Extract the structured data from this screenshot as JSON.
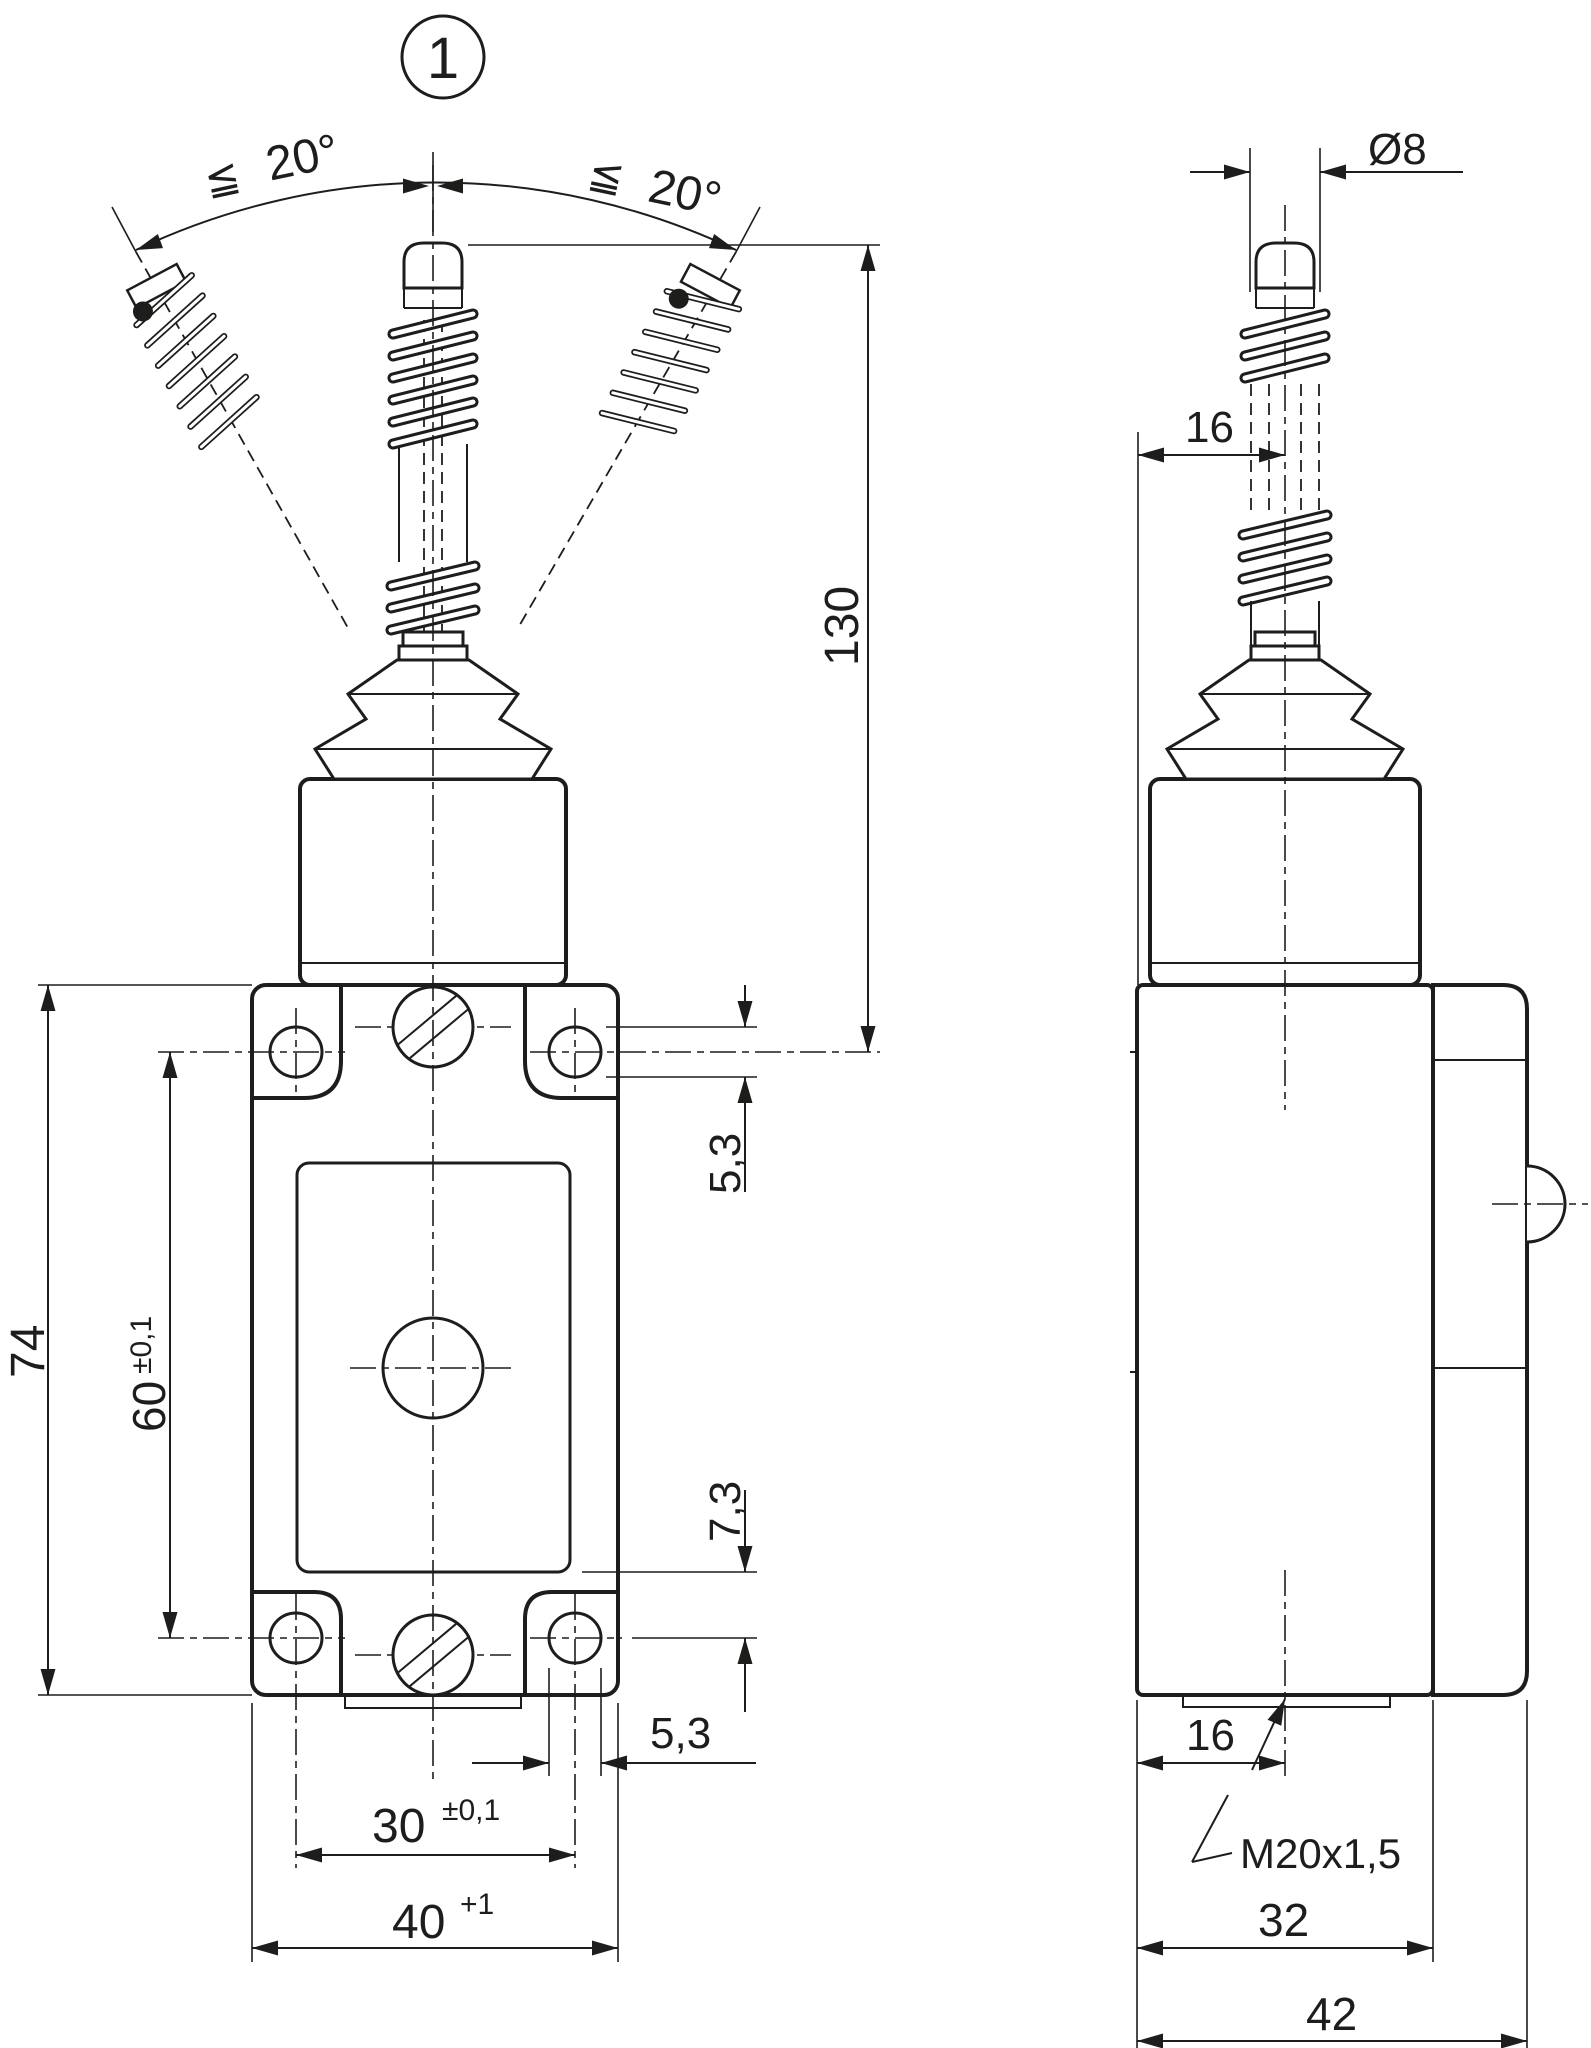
{
  "callout": {
    "number": "1"
  },
  "angles": {
    "left": {
      "lte": "≦",
      "deg": "20°"
    },
    "right": {
      "lte": "≦",
      "deg": "20°"
    }
  },
  "front_view": {
    "dim_130": "130",
    "dim_74": "74",
    "dim_60": {
      "value": "60",
      "tol": "±0,1"
    },
    "dim_5_3_top": "5,3",
    "dim_7_3": "7,3",
    "dim_5_3_bottom": "5,3",
    "dim_30": {
      "value": "30",
      "tol": "±0,1"
    },
    "dim_40": {
      "value": "40",
      "tol": "+1"
    }
  },
  "side_view": {
    "dim_dia8": "Ø8",
    "dim_16_top": "16",
    "dim_16_bottom": "16",
    "thread": {
      "symbol": "∠",
      "label": "M20x1,5"
    },
    "dim_32": "32",
    "dim_42": "42"
  },
  "colors": {
    "line": "#1d1d1b",
    "background": "#ffffff"
  }
}
